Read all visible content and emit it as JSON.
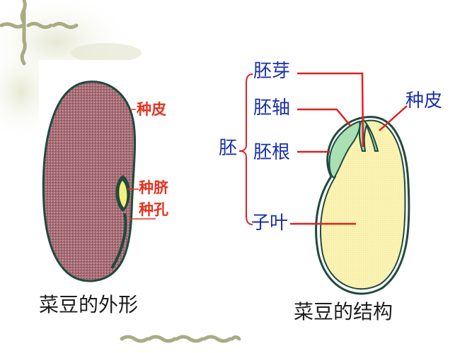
{
  "left_figure": {
    "caption": "菜豆的外形",
    "labels": {
      "seed_coat": "种皮",
      "hilum": "种脐",
      "micropyle": "种孔"
    },
    "colors": {
      "bean_fill": "#9c5e68",
      "outline": "#1f4a3f",
      "hilum_fill": "#f4f07a"
    }
  },
  "right_figure": {
    "caption": "菜豆的结构",
    "embryo_label": "胚",
    "labels": {
      "plumule": "胚芽",
      "hypocotyl": "胚轴",
      "radicle": "胚根",
      "cotyledon": "子叶",
      "seed_coat": "种皮"
    },
    "colors": {
      "cotyledon_fill": "#fbf3b2",
      "radicle_fill": "#a9e0b4",
      "leader_line": "#e02020",
      "label_text": "#1a2fa8"
    }
  },
  "decoration": {
    "color": "#a9ab82"
  }
}
